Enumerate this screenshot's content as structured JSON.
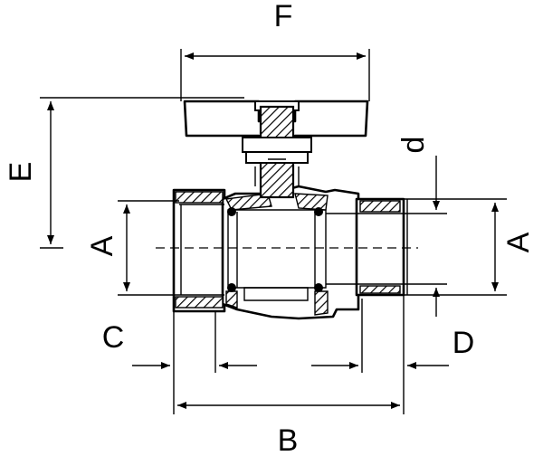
{
  "labels": {
    "F": "F",
    "E": "E",
    "d": "d",
    "A_left": "A",
    "A_right": "A",
    "C": "C",
    "D": "D",
    "B": "B"
  },
  "colors": {
    "line": "#000000",
    "background": "#ffffff"
  }
}
